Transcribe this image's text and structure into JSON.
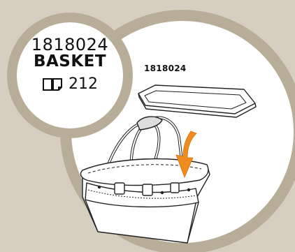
{
  "badge": {
    "product_number": "1818024",
    "product_name": "BASKET",
    "page_number": "212",
    "book_icon": "book-icon"
  },
  "illustration": {
    "part_number": "1818024",
    "tray_icon": "tray-icon",
    "basket_icon": "basket-icon",
    "arrow_icon": "down-arrow-icon",
    "arrow_color": "#f08c1e"
  },
  "colors": {
    "background": "#d6cfc1",
    "ring": "#b8ad98",
    "circle": "#ffffff"
  }
}
